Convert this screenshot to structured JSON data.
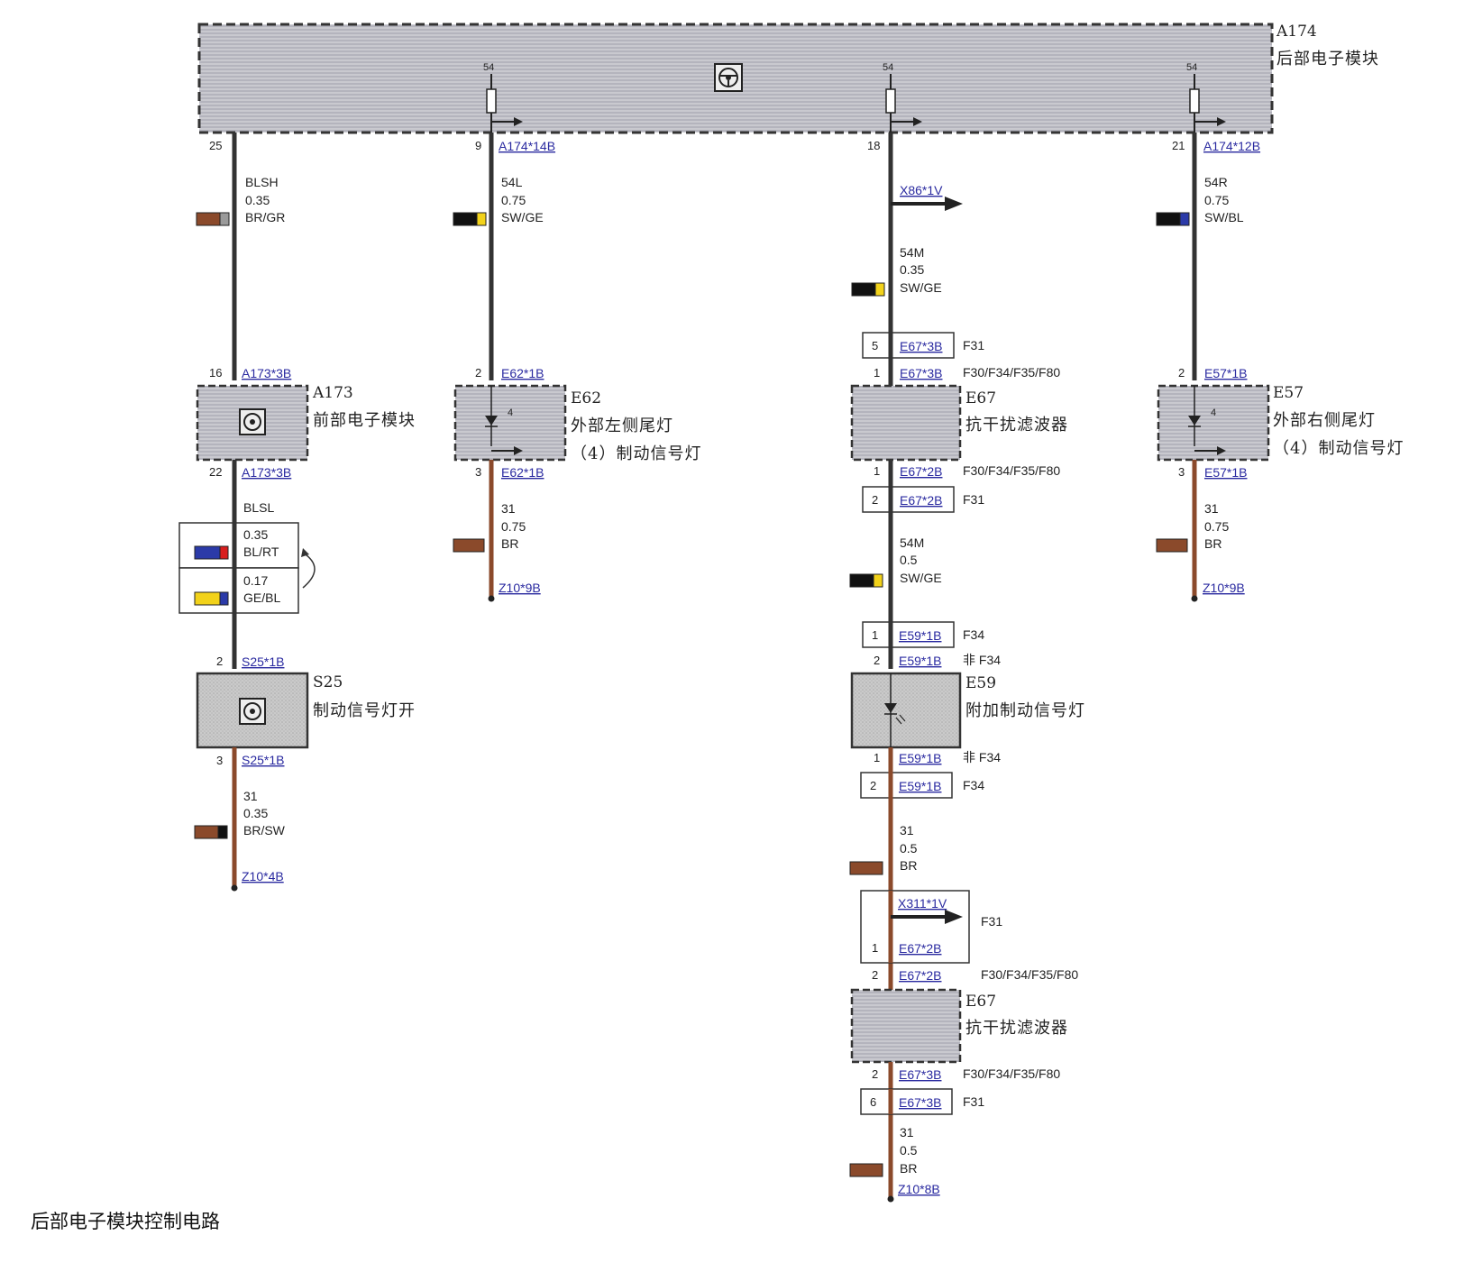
{
  "caption": "后部电子模块控制电路",
  "components": {
    "a174": {
      "id": "A174",
      "name": "后部电子模块"
    },
    "a173": {
      "id": "A173",
      "name": "前部电子模块"
    },
    "e62": {
      "id": "E62",
      "name": "外部左侧尾灯",
      "sub": "（4）制动信号灯"
    },
    "e57": {
      "id": "E57",
      "name": "外部右侧尾灯",
      "sub": "（4）制动信号灯"
    },
    "e67a": {
      "id": "E67",
      "name": "抗干扰滤波器"
    },
    "e59": {
      "id": "E59",
      "name": "附加制动信号灯"
    },
    "s25": {
      "id": "S25",
      "name": "制动信号灯开"
    },
    "e67b": {
      "id": "E67",
      "name": "抗干扰滤波器"
    }
  },
  "fuse_label": "54",
  "internal_pin": "4",
  "pins": {
    "a174_25": "25",
    "a174_9": "9",
    "a174_18": "18",
    "a174_21": "21",
    "a173_16": "16",
    "a173_22": "22",
    "e62_2": "2",
    "e62_3": "3",
    "e57_2": "2",
    "e57_3": "3",
    "s25_2": "2",
    "s25_3": "3",
    "e67a_in": "1",
    "e67a_out": "1",
    "e59_in": "2",
    "e59_out": "1",
    "e67b_in": "2",
    "e67b_out": "2"
  },
  "connectors": {
    "a174_14b": "A174*14B",
    "a174_12b": "A174*12B",
    "x86": "X86*1V",
    "a173_3b_top": "A173*3B",
    "a173_3b_bot": "A173*3B",
    "e62_top": "E62*1B",
    "e62_bot": "E62*1B",
    "e57_top": "E57*1B",
    "e57_bot": "E57*1B",
    "s25_top": "S25*1B",
    "s25_bot": "S25*1B",
    "z10_4b": "Z10*4B",
    "z10_9b_l": "Z10*9B",
    "z10_9b_r": "Z10*9B",
    "z10_8b": "Z10*8B",
    "e67_3b_a": "E67*3B",
    "e67_3b_b": "E67*3B",
    "e67_2b_a": "E67*2B",
    "e67_2b_b": "E67*2B",
    "e59_1b_a": "E59*1B",
    "e59_1b_b": "E59*1B",
    "e59_1b_c": "E59*1B",
    "e59_1b_d": "E59*1B",
    "x311": "X311*1V",
    "e67_2b_c": "E67*2B",
    "e67_2b_d": "E67*2B",
    "e67_3b_c": "E67*3B",
    "e67_3b_d": "E67*3B"
  },
  "variant_boxes": {
    "b1": {
      "pin": "5",
      "variant": "F31"
    },
    "b2": {
      "pin": "2",
      "variant": "F31"
    },
    "b3": {
      "pin": "1",
      "variant": "F34"
    },
    "b4": {
      "pin": "2",
      "variant": "F34"
    },
    "b5": {
      "pin": "1",
      "variant": "F31"
    },
    "b6": {
      "pin": "6",
      "variant": "F31"
    }
  },
  "variants": {
    "v1": "F30/F34/F35/F80",
    "v2": "F30/F34/F35/F80",
    "v3": "非 F34",
    "v4": "非 F34",
    "v5": "F30/F34/F35/F80",
    "v6": "F30/F34/F35/F80"
  },
  "plain_pins": {
    "p1": "1",
    "p2": "1",
    "p3": "2",
    "p4": "1",
    "p5": "2",
    "p6": "2"
  },
  "wires": {
    "blsh": {
      "name": "BLSH",
      "size": "0.35",
      "color": "BR/GR",
      "c1": "#8b4a2b",
      "c2": "#9a9a9a"
    },
    "w54l": {
      "name": "54L",
      "size": "0.75",
      "color": "SW/GE",
      "c1": "#111111",
      "c2": "#f2d21a"
    },
    "w54m1": {
      "name": "54M",
      "size": "0.35",
      "color": "SW/GE",
      "c1": "#111111",
      "c2": "#f2d21a"
    },
    "w54r": {
      "name": "54R",
      "size": "0.75",
      "color": "SW/BL",
      "c1": "#111111",
      "c2": "#2b3aa8"
    },
    "blsl": {
      "name": "BLSL"
    },
    "blrt": {
      "size": "0.35",
      "color": "BL/RT",
      "c1": "#2b3aa8",
      "c2": "#d81e1e"
    },
    "gebl": {
      "size": "0.17",
      "color": "GE/BL",
      "c1": "#f2d21a",
      "c2": "#2b3aa8"
    },
    "w31l": {
      "name": "31",
      "size": "0.75",
      "color": "BR",
      "c1": "#8b4a2b"
    },
    "w31r": {
      "name": "31",
      "size": "0.75",
      "color": "BR",
      "c1": "#8b4a2b"
    },
    "w54m2": {
      "name": "54M",
      "size": "0.5",
      "color": "SW/GE",
      "c1": "#111111",
      "c2": "#f2d21a"
    },
    "w31s": {
      "name": "31",
      "size": "0.35",
      "color": "BR/SW",
      "c1": "#8b4a2b",
      "c2": "#111111"
    },
    "w31m1": {
      "name": "31",
      "size": "0.5",
      "color": "BR",
      "c1": "#8b4a2b"
    },
    "w31m2": {
      "name": "31",
      "size": "0.5",
      "color": "BR",
      "c1": "#8b4a2b"
    }
  }
}
